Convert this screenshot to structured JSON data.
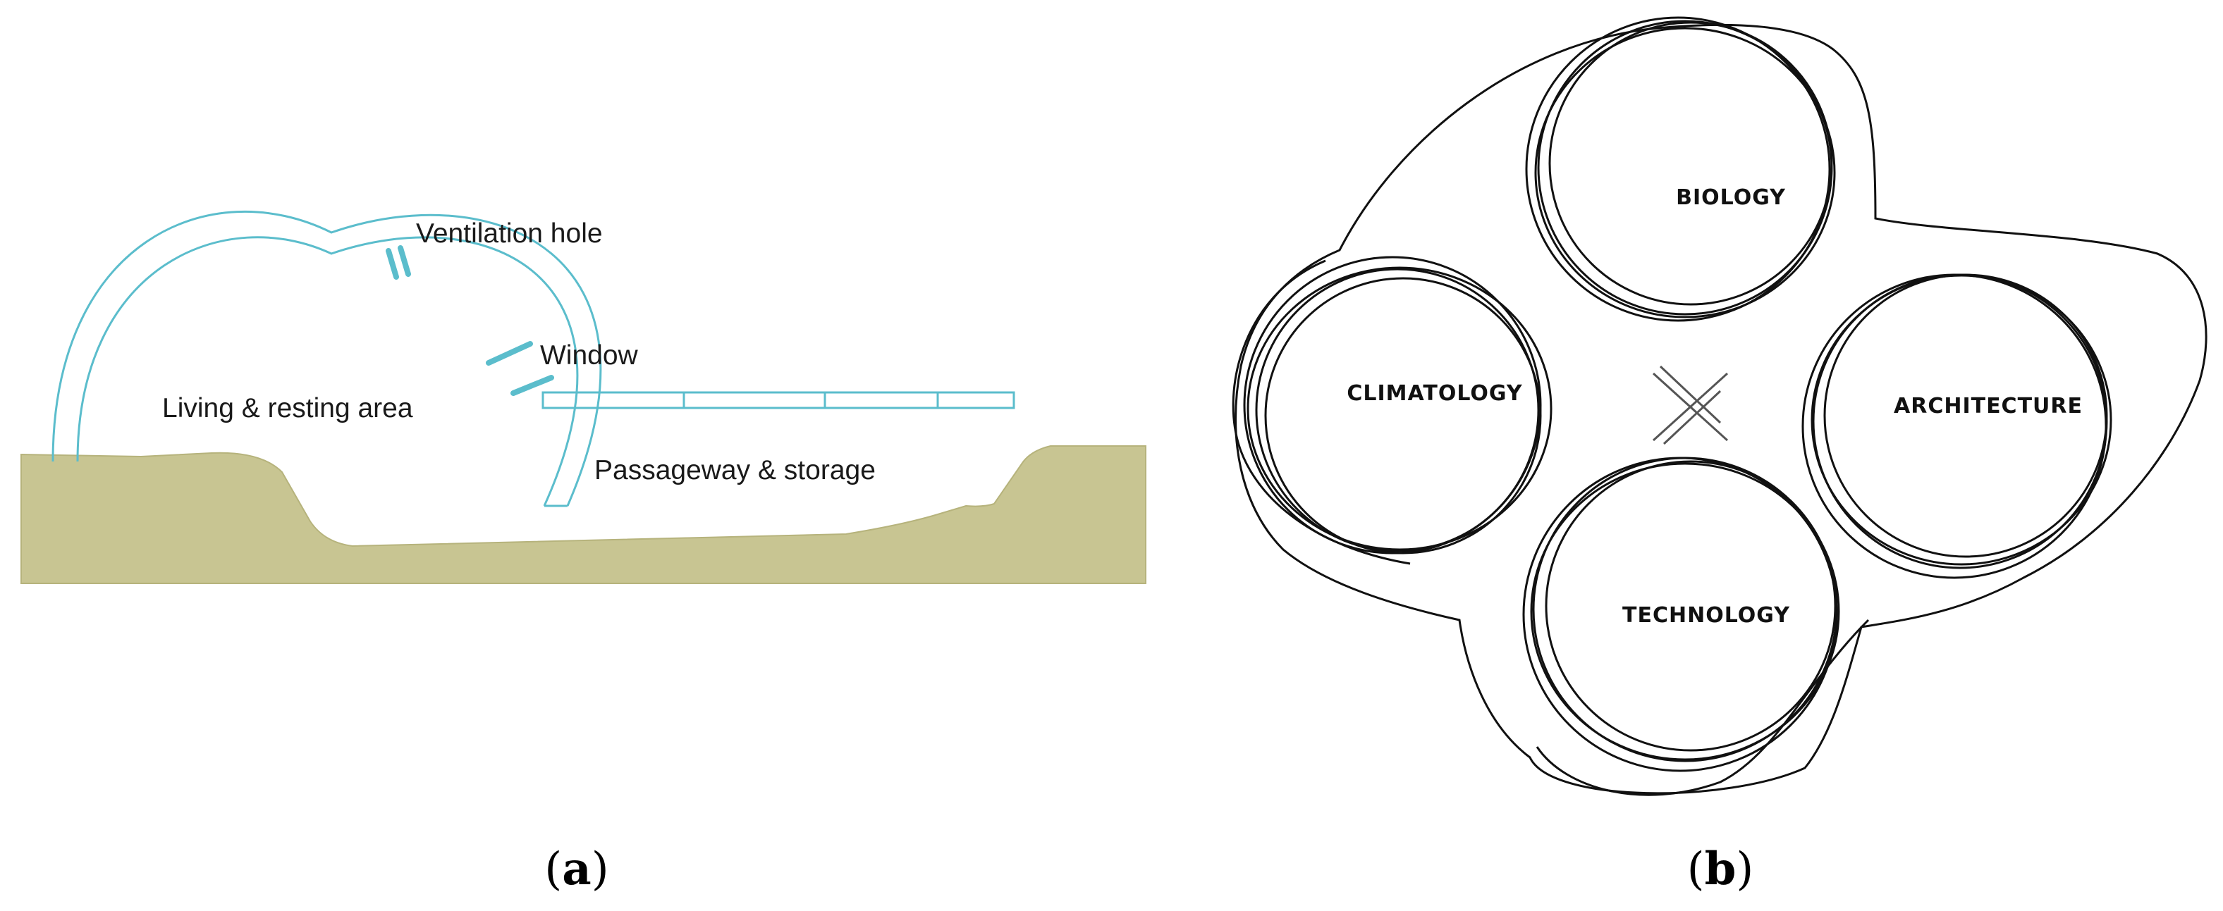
{
  "panel_a": {
    "labels": {
      "ventilation": "Ventilation hole",
      "window": "Window",
      "living": "Living & resting area",
      "passage": "Passageway & storage"
    },
    "caption": {
      "open": "(",
      "letter": "a",
      "close": ")"
    },
    "colors": {
      "ground": "#c8c592",
      "structure": "#5bbdcc"
    }
  },
  "panel_b": {
    "labels": {
      "top": "BIOLOGY",
      "left": "CLIMATOLOGY",
      "right": "ARCHITECTURE",
      "bottom": "TECHNOLOGY"
    },
    "caption": {
      "open": "(",
      "letter": "b",
      "close": ")"
    }
  }
}
